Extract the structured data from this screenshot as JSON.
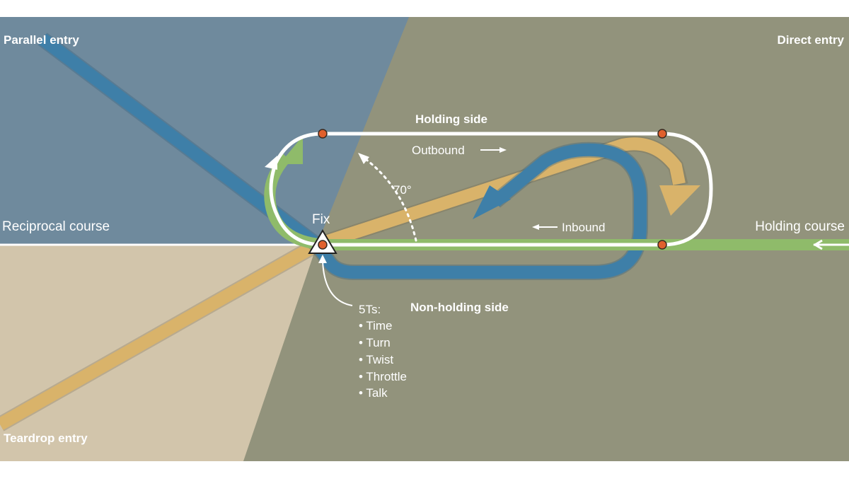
{
  "labels": {
    "parallel_entry": "Parallel entry",
    "direct_entry": "Direct entry",
    "teardrop_entry": "Teardrop entry",
    "reciprocal_course": "Reciprocal course",
    "holding_course": "Holding course",
    "holding_side": "Holding side",
    "non_holding_side": "Non-holding side",
    "outbound": "Outbound",
    "inbound": "Inbound",
    "fix": "Fix",
    "angle": "70°"
  },
  "five_ts": {
    "title": "5Ts:",
    "items": [
      "• Time",
      "• Turn",
      "• Twist",
      "• Throttle",
      "• Talk"
    ]
  },
  "colors": {
    "parallel_sector": "#6f8a9d",
    "direct_sector": "#92937c",
    "teardrop_sector": "#d2c5ab",
    "parallel_path": "#3e7fa8",
    "teardrop_path": "#d9b36a",
    "holding_course_path": "#8fbb6a",
    "pattern": "#ffffff",
    "marker": "#e0602d"
  }
}
